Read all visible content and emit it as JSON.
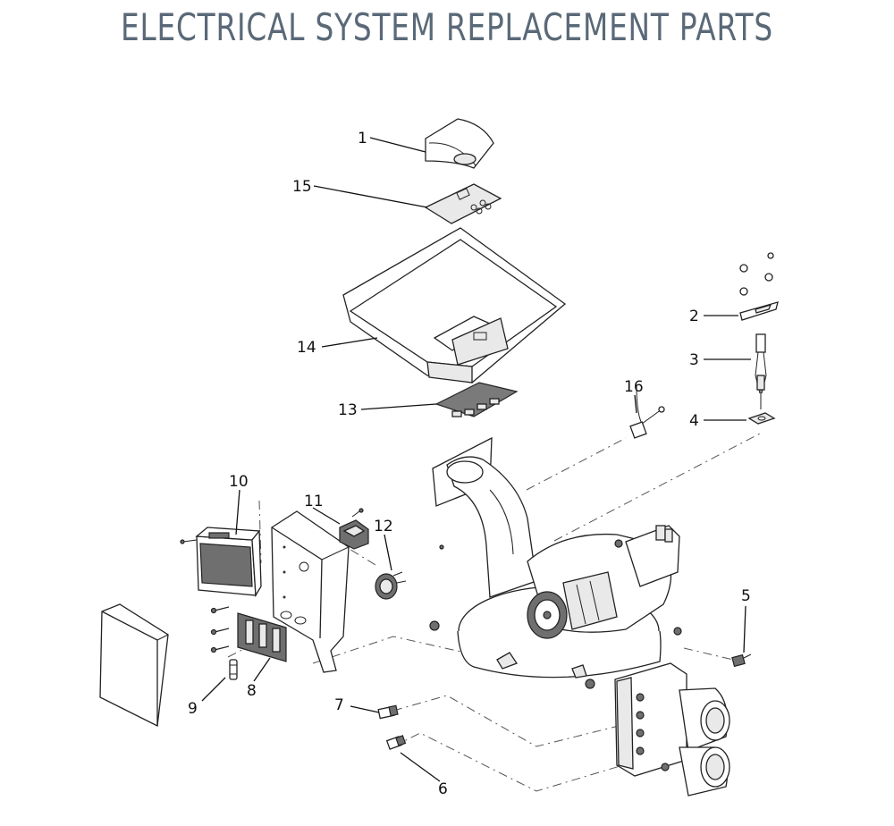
{
  "title": "ELECTRICAL SYSTEM REPLACEMENT PARTS",
  "callouts": {
    "c1": "1",
    "c2": "2",
    "c3": "3",
    "c4": "4",
    "c5": "5",
    "c6": "6",
    "c7": "7",
    "c8": "8",
    "c9": "9",
    "c10": "10",
    "c11": "11",
    "c12": "12",
    "c13": "13",
    "c14": "14",
    "c15": "15",
    "c16": "16"
  }
}
